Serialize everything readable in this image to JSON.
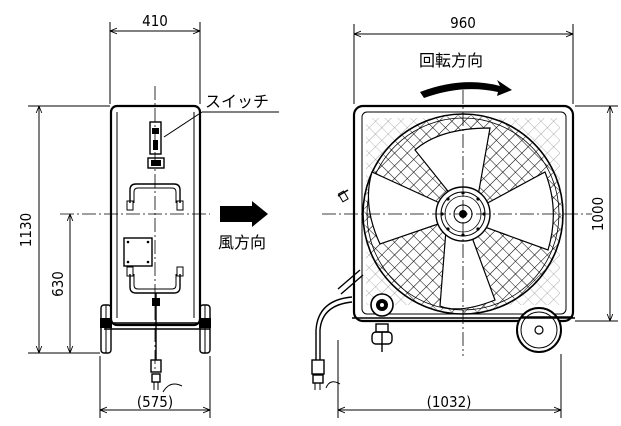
{
  "side_view": {
    "width_label": "410",
    "height_label": "1130",
    "center_height_label": "630",
    "base_width_label": "(575)",
    "switch_label": "スイッチ",
    "airflow_label": "風方向"
  },
  "front_view": {
    "width_label": "960",
    "height_label": "1000",
    "base_width_label": "(1032)",
    "rotation_label": "回転方向"
  }
}
